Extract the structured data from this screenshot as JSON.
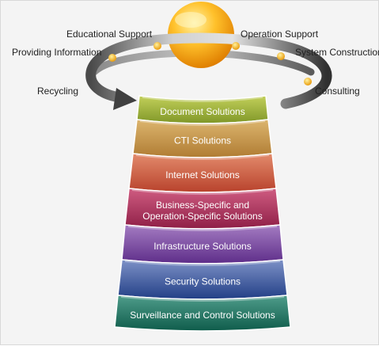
{
  "cycle": {
    "labels": [
      "Educational Support",
      "Operation Support",
      "Providing Information",
      "System Construction",
      "Recycling",
      "Consulting"
    ]
  },
  "tiers": [
    {
      "lines": [
        "Document Solutions"
      ],
      "color_top": "#c3d05a",
      "color_bottom": "#7f9728"
    },
    {
      "lines": [
        "CTI Solutions"
      ],
      "color_top": "#dcb56e",
      "color_bottom": "#b07c33"
    },
    {
      "lines": [
        "Internet Solutions"
      ],
      "color_top": "#e38b6c",
      "color_bottom": "#b8422c"
    },
    {
      "lines": [
        "Business-Specific and",
        "Operation-Specific Solutions"
      ],
      "color_top": "#cf5c81",
      "color_bottom": "#8f1f47"
    },
    {
      "lines": [
        "Infrastructure Solutions"
      ],
      "color_top": "#a47cc2",
      "color_bottom": "#5e2d89"
    },
    {
      "lines": [
        "Security Solutions"
      ],
      "color_top": "#7d91c7",
      "color_bottom": "#223f86"
    },
    {
      "lines": [
        "Surveillance and Control Solutions"
      ],
      "color_top": "#4f9d8b",
      "color_bottom": "#0f5c4b"
    }
  ],
  "colors": {
    "ring_dark": "#3f3f3f",
    "ring_light": "#d9d9d9",
    "sphere_light": "#fff0a0",
    "sphere_dark": "#e08a00",
    "bead": "#ffc21a"
  }
}
